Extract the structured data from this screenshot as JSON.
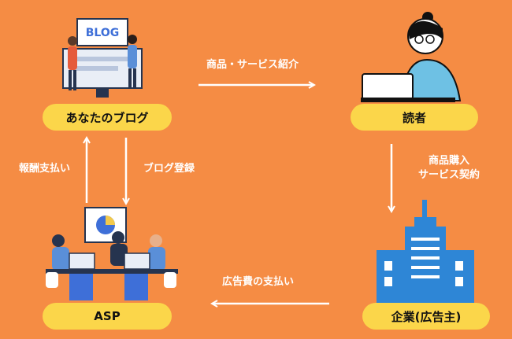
{
  "nodes": {
    "blog": "あなたのブログ",
    "reader": "読者",
    "asp": "ASP",
    "company": "企業(広告主)"
  },
  "illustration": {
    "blog_sign": "BLOG"
  },
  "edges": {
    "blog_to_reader": "商品・サービス紹介",
    "reader_to_company_line1": "商品購入",
    "reader_to_company_line2": "サービス契約",
    "company_to_asp": "広告費の支払い",
    "asp_to_blog": "報酬支払い",
    "blog_to_asp": "ブログ登録"
  },
  "colors": {
    "background": "#f58c44",
    "pill": "#fbd64a",
    "arrow": "#ffffff",
    "building": "#2e86d6"
  }
}
